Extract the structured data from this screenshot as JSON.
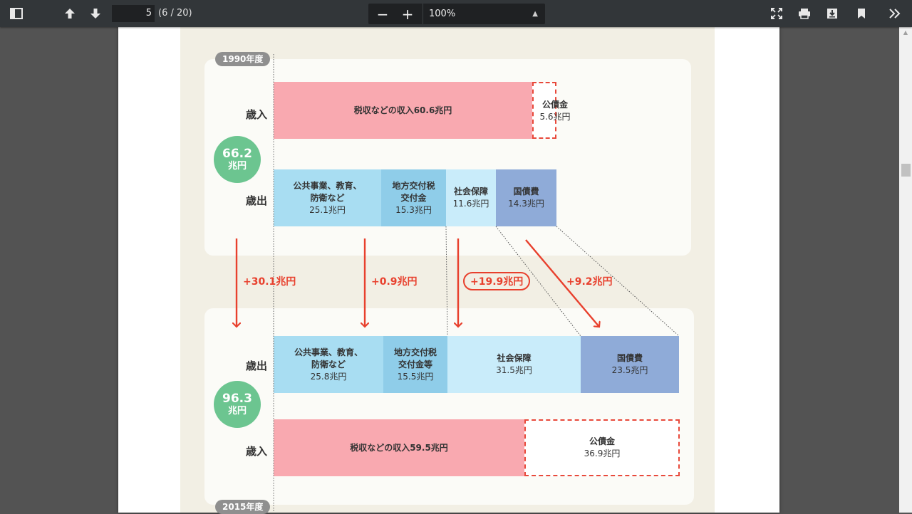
{
  "toolbar": {
    "page_number": "5",
    "page_count": "(6 / 20)",
    "zoom_out_label": "−",
    "zoom_in_label": "+",
    "zoom_value": "100%",
    "icons": [
      "sidebar-toggle-icon",
      "previous-page-icon",
      "next-page-icon",
      "presentation-mode-icon",
      "print-icon",
      "download-icon",
      "bookmark-icon",
      "tools-icon"
    ]
  },
  "figure": {
    "top": {
      "year": "1990年度",
      "total_value": "66.2",
      "total_unit": "兆円",
      "revenue_label": "歳入",
      "expenditure_label": "歳出",
      "revenue": [
        {
          "text": "税収などの収入60.6兆円"
        },
        {
          "title": "公債金",
          "value": "5.6兆円"
        }
      ],
      "expenditure": [
        {
          "line1": "公共事業、教育、",
          "line2": "防衛など",
          "value": "25.1兆円"
        },
        {
          "line1": "地方交付税",
          "line2": "交付金",
          "value": "15.3兆円"
        },
        {
          "line1": "社会保障",
          "value": "11.6兆円"
        },
        {
          "line1": "国債費",
          "value": "14.3兆円"
        }
      ]
    },
    "changes": [
      {
        "text": "+30.1兆円"
      },
      {
        "text": "+0.9兆円"
      },
      {
        "text": "+19.9兆円"
      },
      {
        "text": "+9.2兆円"
      }
    ],
    "bottom": {
      "year": "2015年度",
      "total_value": "96.3",
      "total_unit": "兆円",
      "revenue_label": "歳入",
      "expenditure_label": "歳出",
      "expenditure": [
        {
          "line1": "公共事業、教育、",
          "line2": "防衛など",
          "value": "25.8兆円"
        },
        {
          "line1": "地方交付税",
          "line2": "交付金等",
          "value": "15.5兆円"
        },
        {
          "line1": "社会保障",
          "value": "31.5兆円"
        },
        {
          "line1": "国債費",
          "value": "23.5兆円"
        }
      ],
      "revenue": [
        {
          "text": "税収などの収入59.5兆円"
        },
        {
          "title": "公債金",
          "value": "36.9兆円"
        }
      ]
    },
    "colors": {
      "revenue": "#f9a9b0",
      "public_works": "#a8ddf2",
      "local_tax": "#8fcde9",
      "social_security": "#c9ecfa",
      "debt": "#8fabd8",
      "arrow": "#e8402d",
      "total_circle": "#6cc590"
    }
  }
}
